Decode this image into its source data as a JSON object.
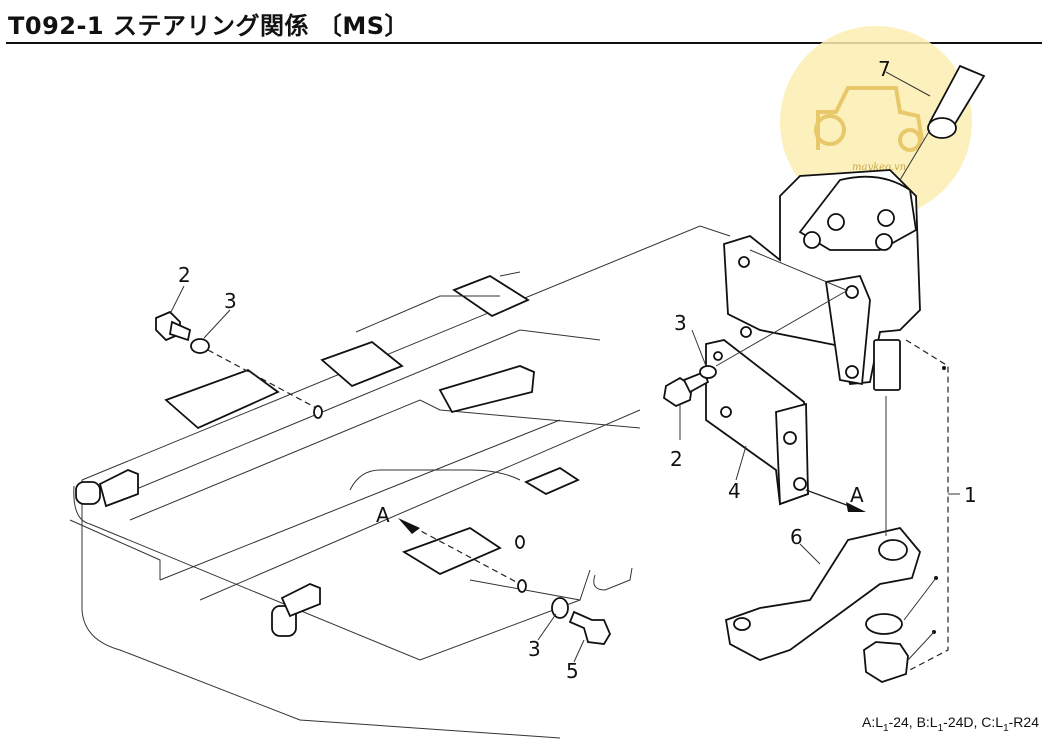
{
  "title": "T092-1 ステアリング関係 〔MS〕",
  "watermark": "maykeo.vn",
  "labels": {
    "part1": "1",
    "part2_left": "2",
    "part2_right": "2",
    "part3_left_top": "3",
    "part3_right": "3",
    "part3_bottom": "3",
    "part4": "4",
    "part5": "5",
    "part6": "6",
    "part7": "7",
    "view_a_left": "A",
    "view_a_right": "A"
  },
  "footer": {
    "a_prefix": "A:L",
    "a_sub": "1",
    "a_suffix": "-24,",
    "b_prefix": "B:L",
    "b_sub": "1",
    "b_suffix": "-24D,",
    "c_prefix": "C:L",
    "c_sub": "1",
    "c_suffix": "-R24"
  },
  "colors": {
    "watermark_fill": "#fbeeb0",
    "line": "#222222"
  }
}
